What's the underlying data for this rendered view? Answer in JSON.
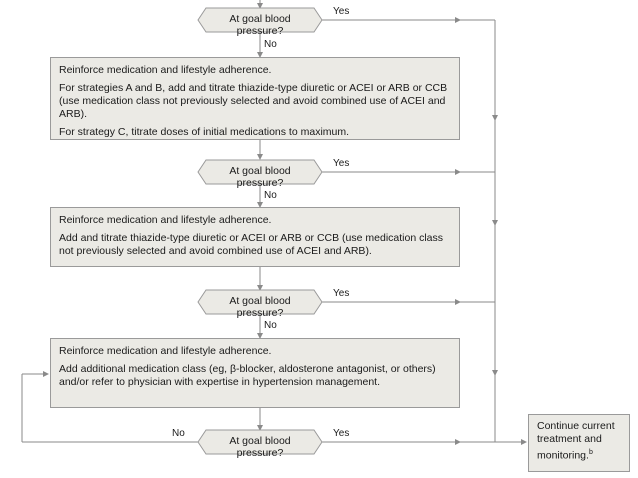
{
  "decision_label": "At goal blood pressure?",
  "yes": "Yes",
  "no": "No",
  "step1": {
    "line1": "Reinforce medication and lifestyle adherence.",
    "line2": "For strategies A and B, add and titrate thiazide-type diuretic or ACEI or ARB or CCB (use medication class not previously selected and avoid combined use of ACEI and ARB).",
    "line3": "For strategy C, titrate doses of initial medications to maximum."
  },
  "step2": {
    "line1": "Reinforce medication and lifestyle adherence.",
    "line2": "Add and titrate thiazide-type diuretic or ACEI or ARB or CCB (use medication class not previously selected and avoid combined use of ACEI and ARB)."
  },
  "step3": {
    "line1": "Reinforce medication and lifestyle adherence.",
    "line2": "Add additional medication class (eg, β-blocker, aldosterone antagonist, or others) and/or refer to physician with expertise in hypertension management."
  },
  "final": {
    "text": "Continue current treatment and monitoring.",
    "sup": "b"
  }
}
